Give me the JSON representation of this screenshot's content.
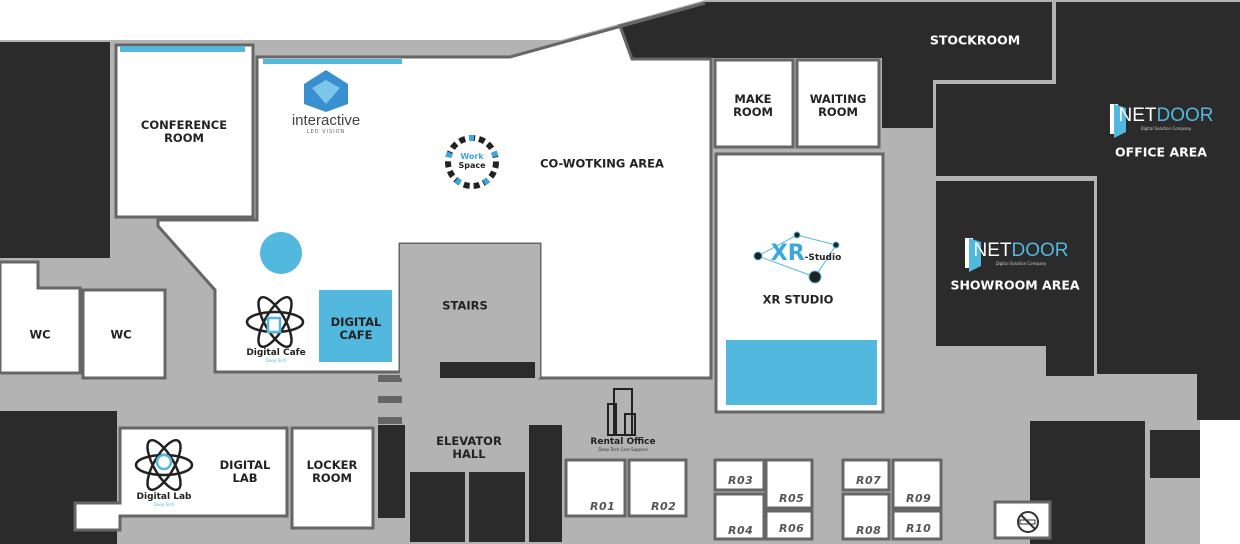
{
  "colors": {
    "corridor": "#b3b3b3",
    "dark": "#2b2b2b",
    "room": "#ffffff",
    "wall": "#666666",
    "accent": "#52b8dd"
  },
  "rooms": {
    "conference": "CONFERENCE\nROOM",
    "coworking": "CO-WOTKING AREA",
    "stockroom": "STOCKROOM",
    "make": "MAKE\nROOM",
    "waiting": "WAITING\nROOM",
    "office": "OFFICE AREA",
    "showroom": "SHOWROOM AREA",
    "xr": "XR STUDIO",
    "stairs": "STAIRS",
    "cafe": "DIGITAL\nCAFE",
    "wc1": "WC",
    "wc2": "WC",
    "lab": "DIGITAL\nLAB",
    "locker": "LOCKER\nROOM",
    "elevator": "ELEVATOR\nHALL"
  },
  "rental_rooms": [
    "R01",
    "R02",
    "R03",
    "R04",
    "R05",
    "R06",
    "R07",
    "R08",
    "R09",
    "R10"
  ],
  "logos": {
    "interactive": {
      "name": "interactive",
      "tagline": "LED VISION"
    },
    "workspace": {
      "line1": "Work",
      "line2": "Space"
    },
    "netdoor": {
      "net": "NET",
      "door": "DOOR",
      "tagline": "Digital Solution Company"
    },
    "xr": {
      "name": "XR",
      "suffix": "-Studio"
    },
    "cafe": {
      "name": "Digital Cafe",
      "tagline": "Deep Tech"
    },
    "lab": {
      "name": "Digital Lab",
      "tagline": "Deep Tech"
    },
    "rental": {
      "name": "Rental Office",
      "tagline": "Deep Tech Care Sapporo"
    }
  },
  "icons": [
    "no-smoking-icon"
  ]
}
